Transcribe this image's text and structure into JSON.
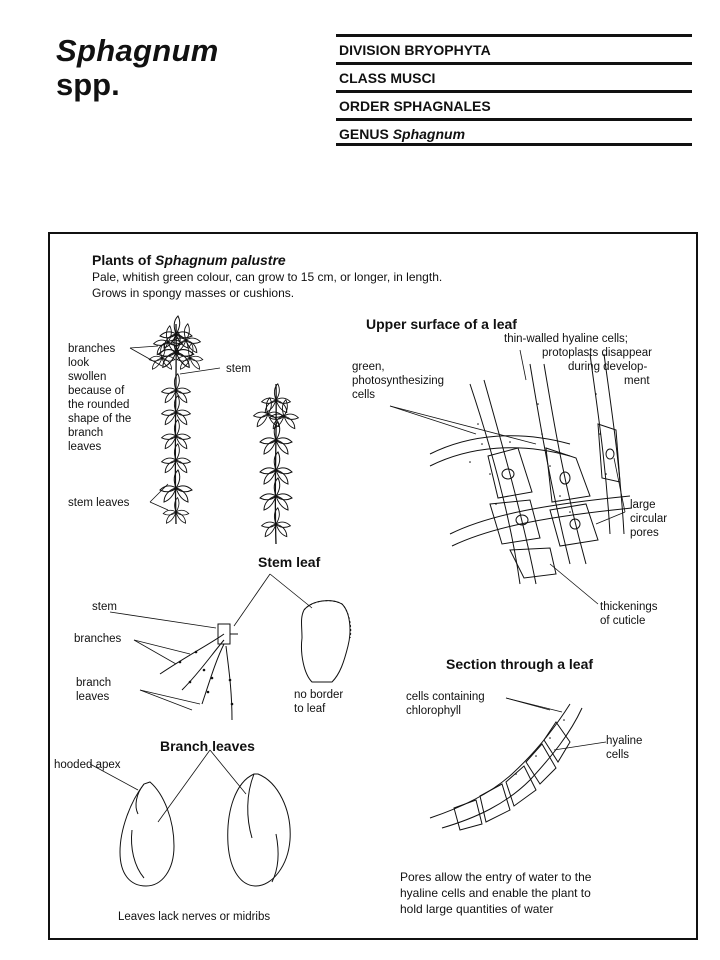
{
  "title": {
    "genus": "Sphagnum",
    "spp": "spp."
  },
  "taxonomy": {
    "division": "DIVISION BRYOPHYTA",
    "class": "CLASS MUSCI",
    "order": "ORDER SPHAGNALES",
    "genus_prefix": "GENUS",
    "genus_name": "Sphagnum"
  },
  "plants": {
    "heading_prefix": "Plants of",
    "heading_species": "Sphagnum palustre",
    "desc_line1": "Pale, whitish green colour, can grow to 15 cm, or longer, in length.",
    "desc_line2": "Grows in spongy masses or cushions.",
    "labels": {
      "branches": "branches",
      "look": "look",
      "swollen": "swollen",
      "because_of": "because of",
      "the_rounded": "the rounded",
      "shape_of_the": "shape of the",
      "branch": "branch",
      "leaves": "leaves",
      "stem": "stem",
      "stem_leaves": "stem leaves"
    }
  },
  "upper_surface": {
    "heading": "Upper surface of a leaf",
    "labels": {
      "green": "green,",
      "photosynth": "photosynthesizing",
      "cells": "cells",
      "hyaline1": "thin-walled hyaline cells;",
      "hyaline2": "protoplasts disappear",
      "hyaline3": "during develop-",
      "hyaline4": "ment",
      "large": "large",
      "circular": "circular",
      "pores": "pores",
      "thickenings": "thickenings",
      "of_cuticle": "of cuticle"
    }
  },
  "stem_leaf": {
    "heading": "Stem leaf",
    "labels": {
      "stem": "stem",
      "branches": "branches",
      "branch": "branch",
      "leaves": "leaves",
      "no_border": "no border",
      "to_leaf": "to leaf"
    }
  },
  "section": {
    "heading": "Section through a leaf",
    "labels": {
      "cells_containing": "cells containing",
      "chlorophyll": "chlorophyll",
      "hyaline": "hyaline",
      "cells": "cells"
    }
  },
  "branch_leaves": {
    "heading": "Branch leaves",
    "labels": {
      "hooded_apex": "hooded apex",
      "caption": "Leaves lack nerves or midribs"
    }
  },
  "pores_note": {
    "line1": "Pores allow the entry of water to the",
    "line2": "hyaline cells and enable the plant to",
    "line3": "hold large quantities of water"
  }
}
